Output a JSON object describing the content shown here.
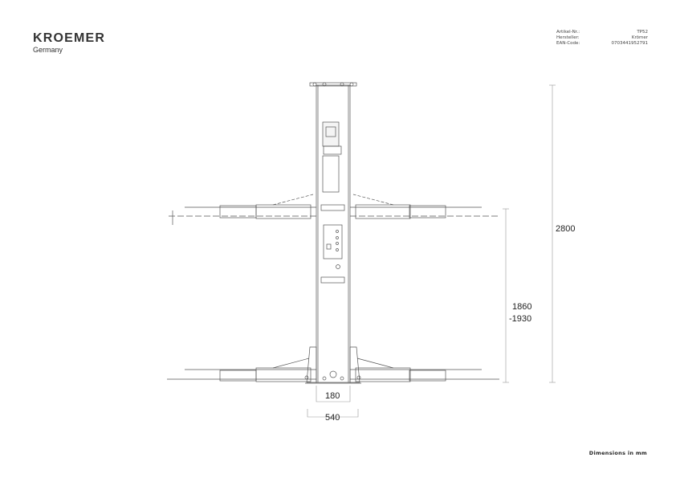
{
  "brand": {
    "name": "KROEMER",
    "subtitle": "Germany"
  },
  "info": [
    {
      "label": "Artikel-Nr.:",
      "value": "TP52"
    },
    {
      "label": "Hersteller:",
      "value": "Krömer"
    },
    {
      "label": "EAN-Code:",
      "value": "0703441952791"
    }
  ],
  "dimensions": {
    "total_height": "2800",
    "arm_height_1": "1860",
    "arm_height_2": "-1930",
    "column_width": "180",
    "base_width": "540"
  },
  "footer": "Dimensions in mm"
}
